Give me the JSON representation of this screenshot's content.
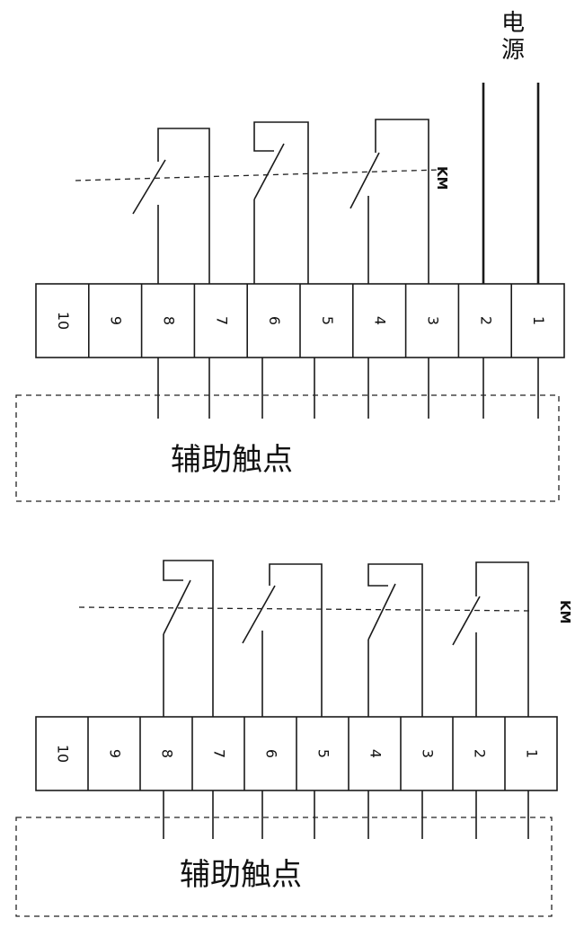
{
  "labels": {
    "power_source": "电源",
    "contactor_top": "KM",
    "contactor_bottom": "KM",
    "aux_contacts_top": "辅助触点",
    "aux_contacts_bottom": "辅助触点"
  },
  "terminals": [
    "10",
    "9",
    "8",
    "7",
    "6",
    "5",
    "4",
    "3",
    "2",
    "1"
  ]
}
